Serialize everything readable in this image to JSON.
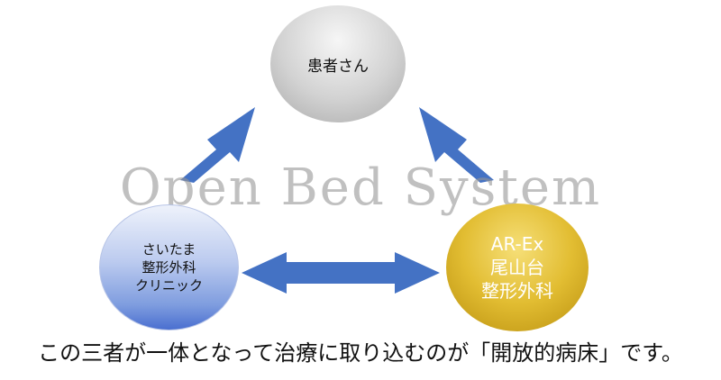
{
  "nodes": {
    "patient": {
      "label": "患者さん"
    },
    "clinic": {
      "lines": [
        "さいたま",
        "整形外科",
        "クリニック"
      ]
    },
    "hospital": {
      "lines": [
        "AR-Ex",
        "尾山台",
        "整形外科"
      ]
    }
  },
  "watermark": "Open Bed System",
  "caption": "この三者が一体となって治療に取り込むのが「開放的病床」です。",
  "colors": {
    "arrow": "#4472c4",
    "hospital_text": "#ffffff"
  }
}
